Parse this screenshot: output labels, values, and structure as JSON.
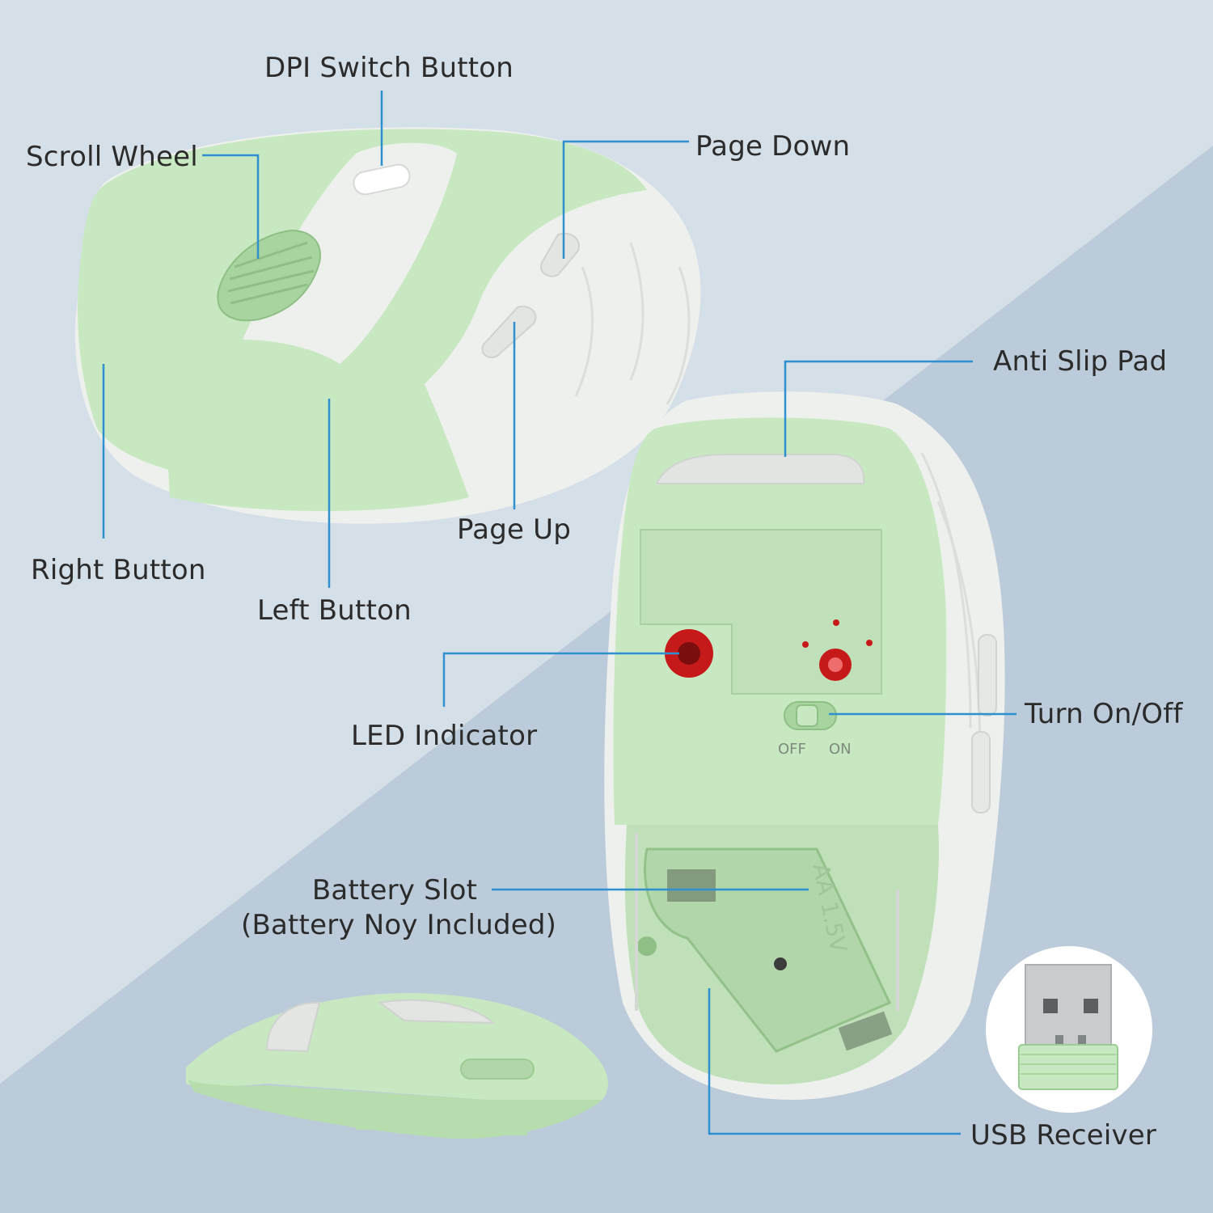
{
  "colors": {
    "bg_light": "#d5dfe8",
    "bg_dark": "#b9c8d8",
    "mouse_green": "#c7e8c0",
    "mouse_white": "#eef0ee",
    "leader_line": "#2f8fcf",
    "led_red": "#c61a1a"
  },
  "labels": {
    "dpi": "DPI Switch Button",
    "scroll": "Scroll Wheel",
    "page_down": "Page Down",
    "page_up": "Page Up",
    "right_button": "Right Button",
    "left_button": "Left Button",
    "anti_slip": "Anti Slip Pad",
    "led": "LED Indicator",
    "power": "Turn On/Off",
    "battery_line1": "Battery Slot",
    "battery_line2": "(Battery Noy Included)",
    "usb": "USB Receiver",
    "switch_off": "OFF",
    "switch_on": "ON",
    "battery_text": "AA 1.5V"
  }
}
